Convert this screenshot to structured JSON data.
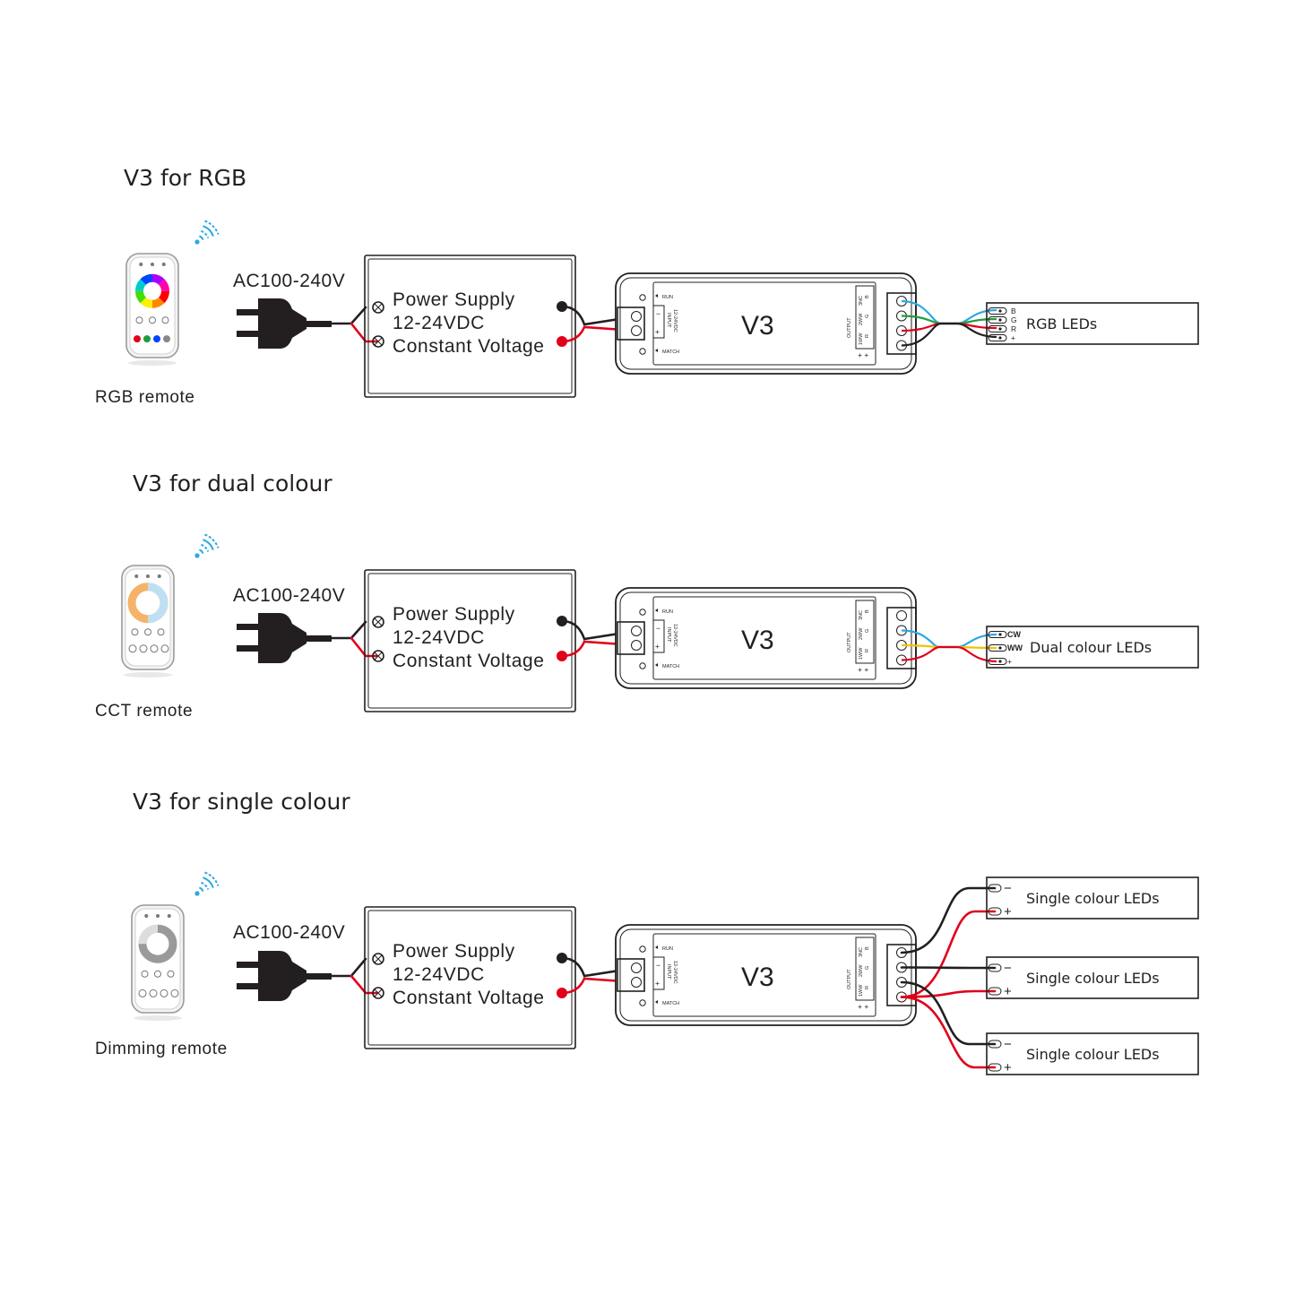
{
  "sections": [
    {
      "title": "V3 for RGB",
      "remote_label": "RGB remote",
      "ac_label": "AC100-240V",
      "power_supply": [
        "Power Supply",
        "12-24VDC",
        "Constant Voltage"
      ],
      "controller_label": "V3",
      "leds": [
        {
          "label": "RGB LEDs",
          "terminals": [
            "B",
            "G",
            "R",
            "+"
          ]
        }
      ]
    },
    {
      "title": "V3 for dual colour",
      "remote_label": "CCT remote",
      "ac_label": "AC100-240V",
      "power_supply": [
        "Power Supply",
        "12-24VDC",
        "Constant Voltage"
      ],
      "controller_label": "V3",
      "leds": [
        {
          "label": "Dual colour LEDs",
          "terminals": [
            "CW",
            "WW",
            "+"
          ]
        }
      ]
    },
    {
      "title": "V3 for single colour",
      "remote_label": "Dimming remote",
      "ac_label": "AC100-240V",
      "power_supply": [
        "Power Supply",
        "12-24VDC",
        "Constant Voltage"
      ],
      "controller_label": "V3",
      "leds": [
        {
          "label": "Single colour LEDs",
          "terminals": [
            "−",
            "+"
          ]
        },
        {
          "label": "Single colour LEDs",
          "terminals": [
            "−",
            "+"
          ]
        },
        {
          "label": "Single colour LEDs",
          "terminals": [
            "−",
            "+"
          ]
        }
      ]
    }
  ],
  "controller_markings": {
    "run": "RUN",
    "match": "MATCH",
    "input": "INPUT",
    "input_voltage": "12-24VDC",
    "output": "OUTPUT",
    "minus": "−",
    "plus": "+",
    "channels": [
      "1WW",
      "2WW",
      "3NC"
    ],
    "channel_codes": [
      "B",
      "G",
      "R"
    ]
  },
  "colors": {
    "ink": "#231f20",
    "wire_red": "#e1001a",
    "wire_blue": "#29a9e1",
    "wire_green": "#1f9d3f",
    "wire_yellow": "#f2c200",
    "signal_blue": "#29a9e1"
  },
  "icons": {
    "remote": "remote-control-icon",
    "signal": "wireless-signal-icon",
    "plug": "ac-plug-icon"
  }
}
